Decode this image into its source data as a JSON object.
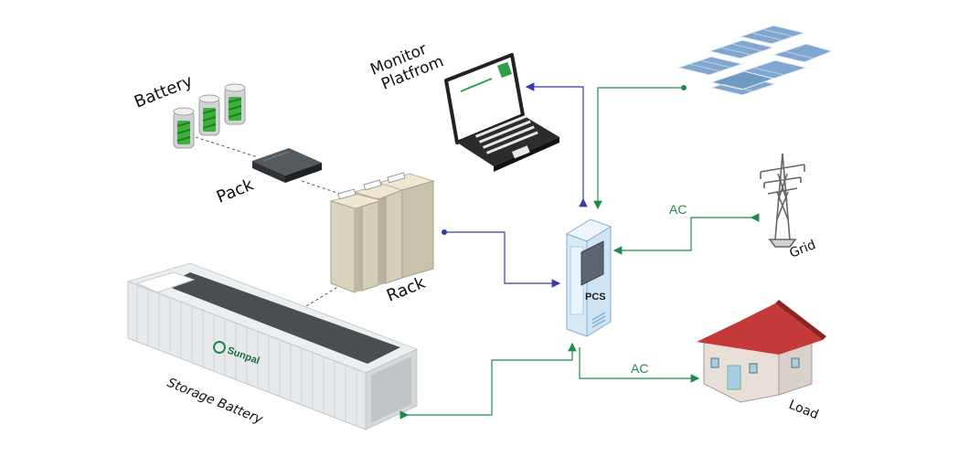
{
  "labels": {
    "battery": "Battery",
    "pack": "Pack",
    "rack": "Rack",
    "storage_battery": "Storage Battery",
    "monitor_platform": [
      "Monitor",
      "Platfrom"
    ],
    "pcs": "PCS",
    "grid": "Grid",
    "load": "Load",
    "ac_grid": "AC",
    "ac_load": "AC",
    "container_brand": "Sunpal"
  },
  "colors": {
    "blue_link": "#3a3aa8",
    "green_link": "#1f8a4c",
    "ac_text": "#1f8a4c"
  },
  "icons": [
    "battery-cells-icon",
    "pack-icon",
    "rack-icon",
    "container-icon",
    "laptop-icon",
    "solar-panel-icon",
    "pcs-cabinet-icon",
    "grid-tower-icon",
    "house-icon"
  ]
}
